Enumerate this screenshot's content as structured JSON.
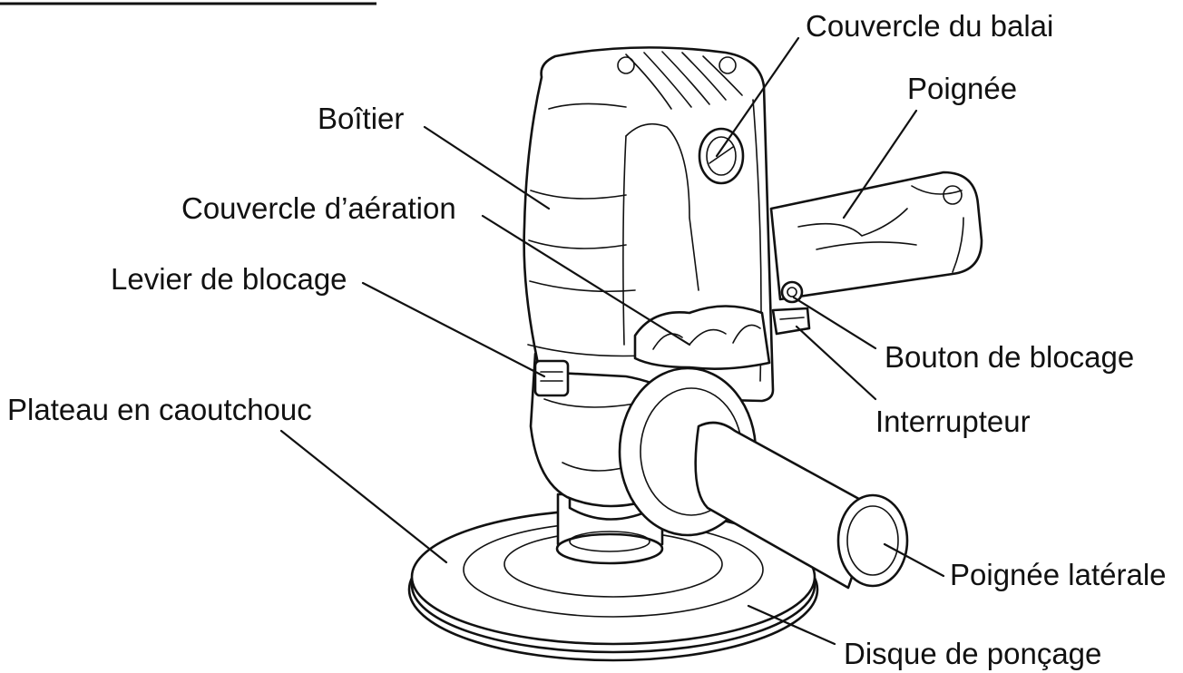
{
  "labels": {
    "brush_cover": "Couvercle du balai",
    "handle": "Poignée",
    "housing": "Boîtier",
    "vent_cover": "Couvercle d’aération",
    "lock_lever": "Levier de blocage",
    "lock_button": "Bouton de blocage",
    "rubber_pad": "Plateau en caoutchouc",
    "switch": "Interrupteur",
    "side_handle": "Poignée latérale",
    "sanding_disc": "Disque de ponçage"
  },
  "colors": {
    "ink": "#111111",
    "background": "#ffffff"
  }
}
